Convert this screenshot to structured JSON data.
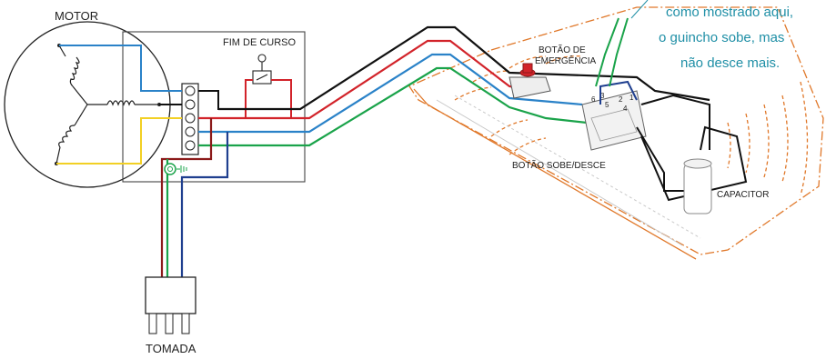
{
  "labels": {
    "motor": "MOTOR",
    "limit_switch": "FIM DE CURSO",
    "emergency_button_line1": "BOTÃO DE",
    "emergency_button_line2": "EMERGÊNCIA",
    "up_down_button": "BOTÃO SOBE/DESCE",
    "capacitor": "CAPACITOR",
    "plug": "TOMADA"
  },
  "note": {
    "line1": "como mostrado aqui,",
    "line2": "o guincho sobe, mas",
    "line3": "não desce mais."
  },
  "terminal_numbers": [
    "6",
    "3",
    "5",
    "2",
    "4",
    "1"
  ],
  "colors": {
    "black": "#111111",
    "red": "#d2232a",
    "blue": "#2a82c8",
    "green": "#1aa34a",
    "yellow": "#f2d024",
    "brown": "#8b1a1a",
    "navy": "#1f3f8f",
    "orange_outline": "#e0782a",
    "note_teal": "#1f8fa6"
  }
}
